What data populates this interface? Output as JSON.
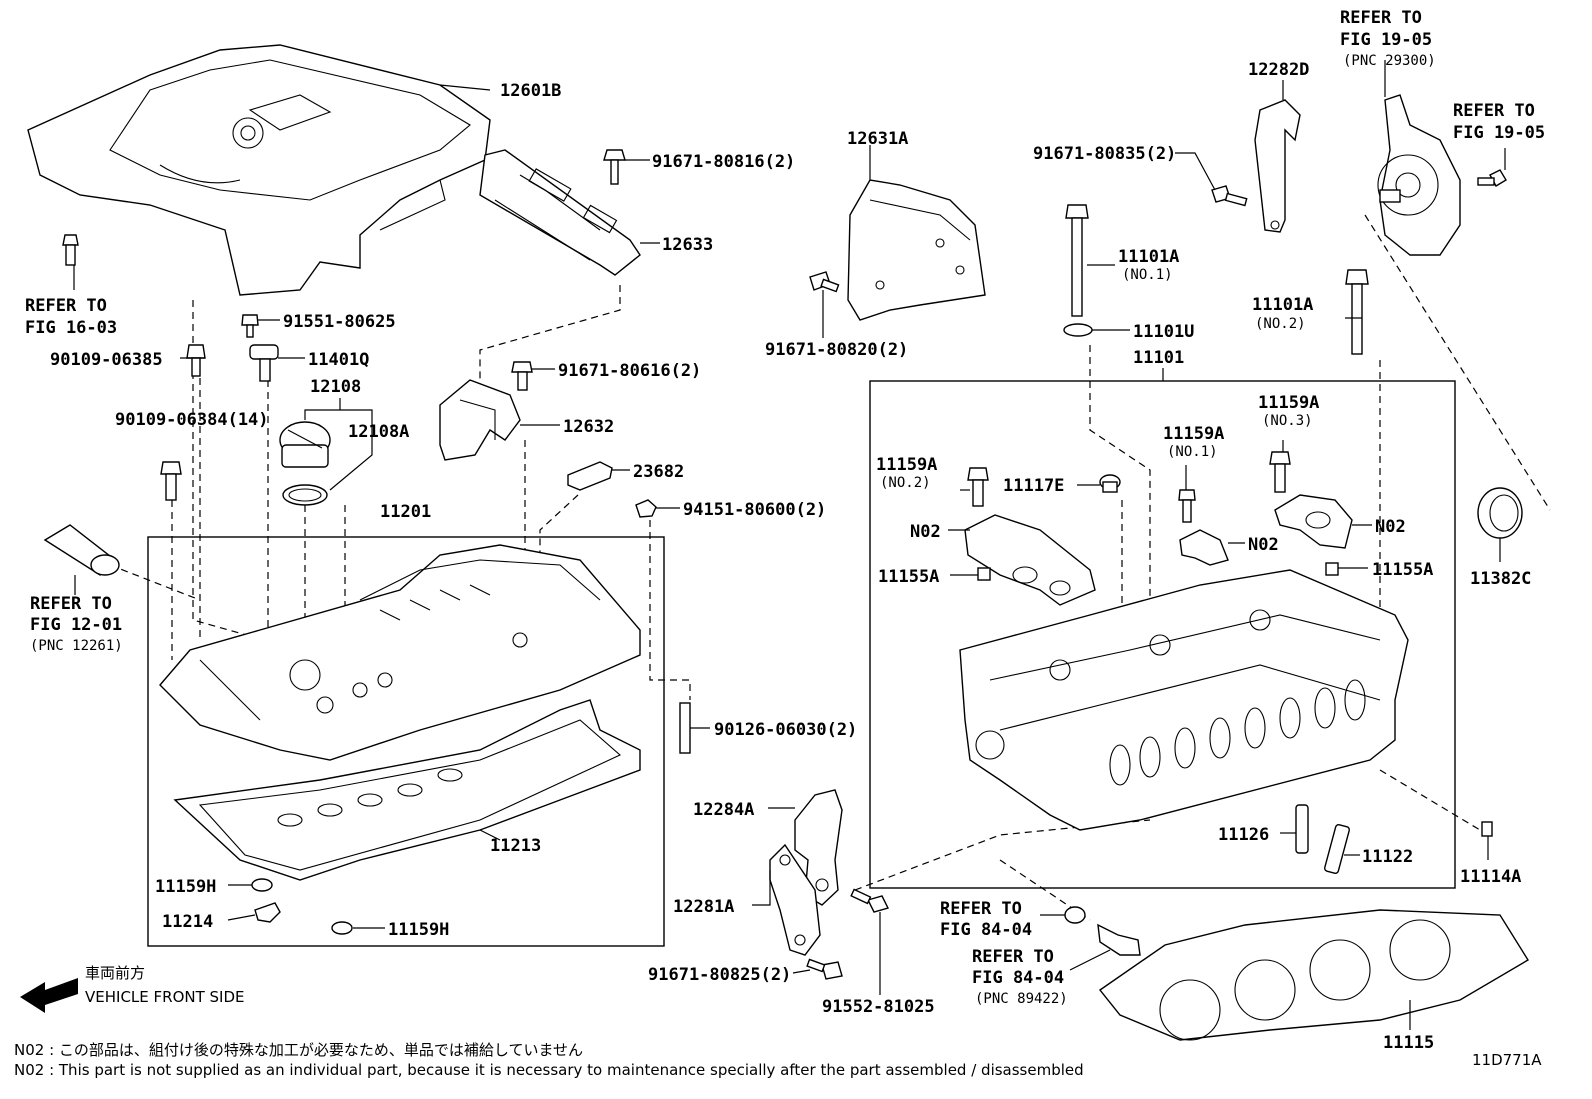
{
  "labels": {
    "c12601B": "12601B",
    "c12633": "12633",
    "p91671_80816": "91671-80816(2)",
    "ref16_1": "REFER TO",
    "ref16_2": "FIG 16-03",
    "p91551": "91551-80625",
    "p90109_06385": "90109-06385",
    "c11401Q": "11401Q",
    "c12108": "12108",
    "c12108A": "12108A",
    "p90109_06384": "90109-06384(14)",
    "p91671_80616": "91671-80616(2)",
    "c12632": "12632",
    "c23682": "23682",
    "c11201": "11201",
    "p94151": "94151-80600(2)",
    "ref12_1": "REFER TO",
    "ref12_2": "FIG 12-01",
    "ref12_3": "(PNC 12261)",
    "p90126": "90126-06030(2)",
    "c11213": "11213",
    "c11159H_a": "11159H",
    "c11214": "11214",
    "c11159H_b": "11159H",
    "front_jp": "車両前方",
    "front_en": "VEHICLE FRONT SIDE",
    "c12631A": "12631A",
    "p91671_80820": "91671-80820(2)",
    "p91671_80835": "91671-80835(2)",
    "c12282D": "12282D",
    "ref19a_1": "REFER TO",
    "ref19a_2": "FIG 19-05",
    "ref19a_3": "(PNC 29300)",
    "ref19b_1": "REFER TO",
    "ref19b_2": "FIG 19-05",
    "c11101A_1": "11101A",
    "c11101A_1n": "(NO.1)",
    "c11101U": "11101U",
    "c11101": "11101",
    "c11101A_2": "11101A",
    "c11101A_2n": "(NO.2)",
    "c11159A_3": "11159A",
    "c11159A_3n": "(NO.3)",
    "c11159A_1": "11159A",
    "c11159A_1n": "(NO.1)",
    "c11159A_2": "11159A",
    "c11159A_2n": "(NO.2)",
    "c11117E": "11117E",
    "n02_a": "N02",
    "n02_b": "N02",
    "n02_c": "N02",
    "c11155A_a": "11155A",
    "c11155A_b": "11155A",
    "c11382C": "11382C",
    "c12284A": "12284A",
    "c12281A": "12281A",
    "p91671_80825": "91671-80825(2)",
    "p91552": "91552-81025",
    "c11126": "11126",
    "c11122": "11122",
    "c11114A": "11114A",
    "ref84a_1": "REFER TO",
    "ref84a_2": "FIG 84-04",
    "ref84b_1": "REFER TO",
    "ref84b_2": "FIG 84-04",
    "ref84b_3": "(PNC 89422)",
    "c11115": "11115",
    "note_jp": "N02 : この部品は、組付け後の特殊な加工が必要なため、単品では補給していません",
    "note_en": "N02 : This part is not supplied as an individual part, because it is necessary to maintenance specially after the part assembled / disassembled",
    "fig_id": "11D771A"
  }
}
